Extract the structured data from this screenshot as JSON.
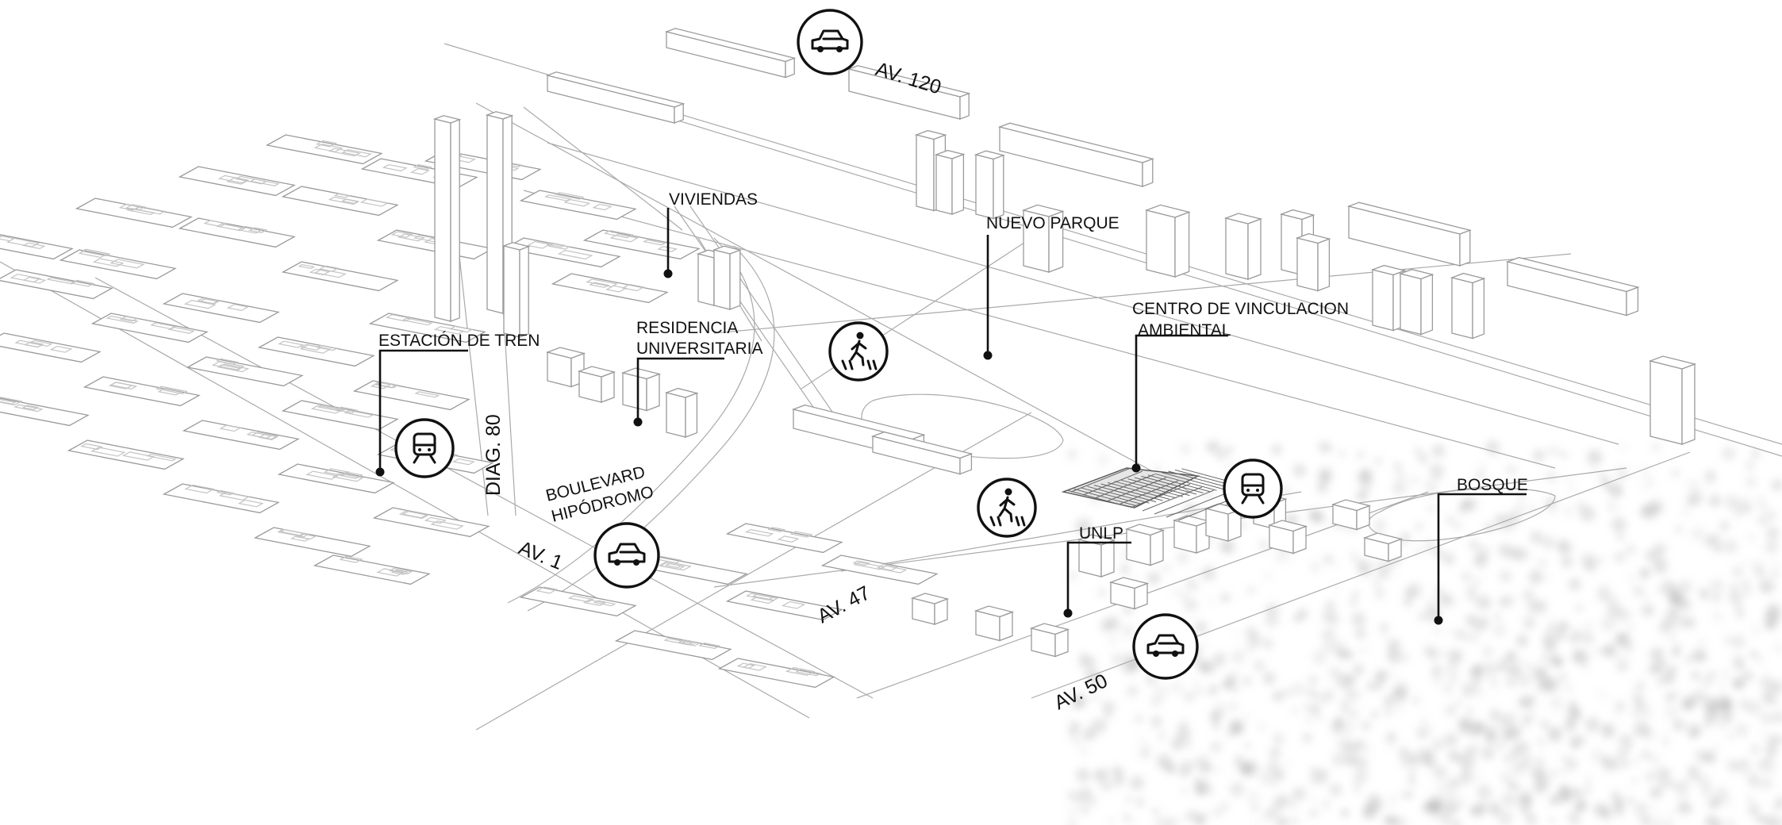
{
  "labels": {
    "viviendas": "VIVIENDAS",
    "nuevo_parque": "NUEVO PARQUE",
    "centro_line1": "CENTRO DE VINCULACION",
    "centro_line2": "AMBIENTAL",
    "estacion": "ESTACIÓN DE TREN",
    "residencia_line1": "RESIDENCIA",
    "residencia_line2": "UNIVERSITARIA",
    "bosque": "BOSQUE",
    "unlp": "UNLP"
  },
  "roads": {
    "av120": "AV. 120",
    "diag80": "DIAG. 80",
    "boulevard_line1": "BOULEVARD",
    "boulevard_line2": "HIPÓDROMO",
    "av1": "AV. 1",
    "av47": "AV. 47",
    "av50": "AV. 50"
  },
  "icons": [
    "car-icon",
    "train-icon",
    "pedestrian-crossing-icon"
  ],
  "colors": {
    "ink": "#111111",
    "linework": "#aaaaaa",
    "forest_stipple": "#8a8a8a"
  }
}
